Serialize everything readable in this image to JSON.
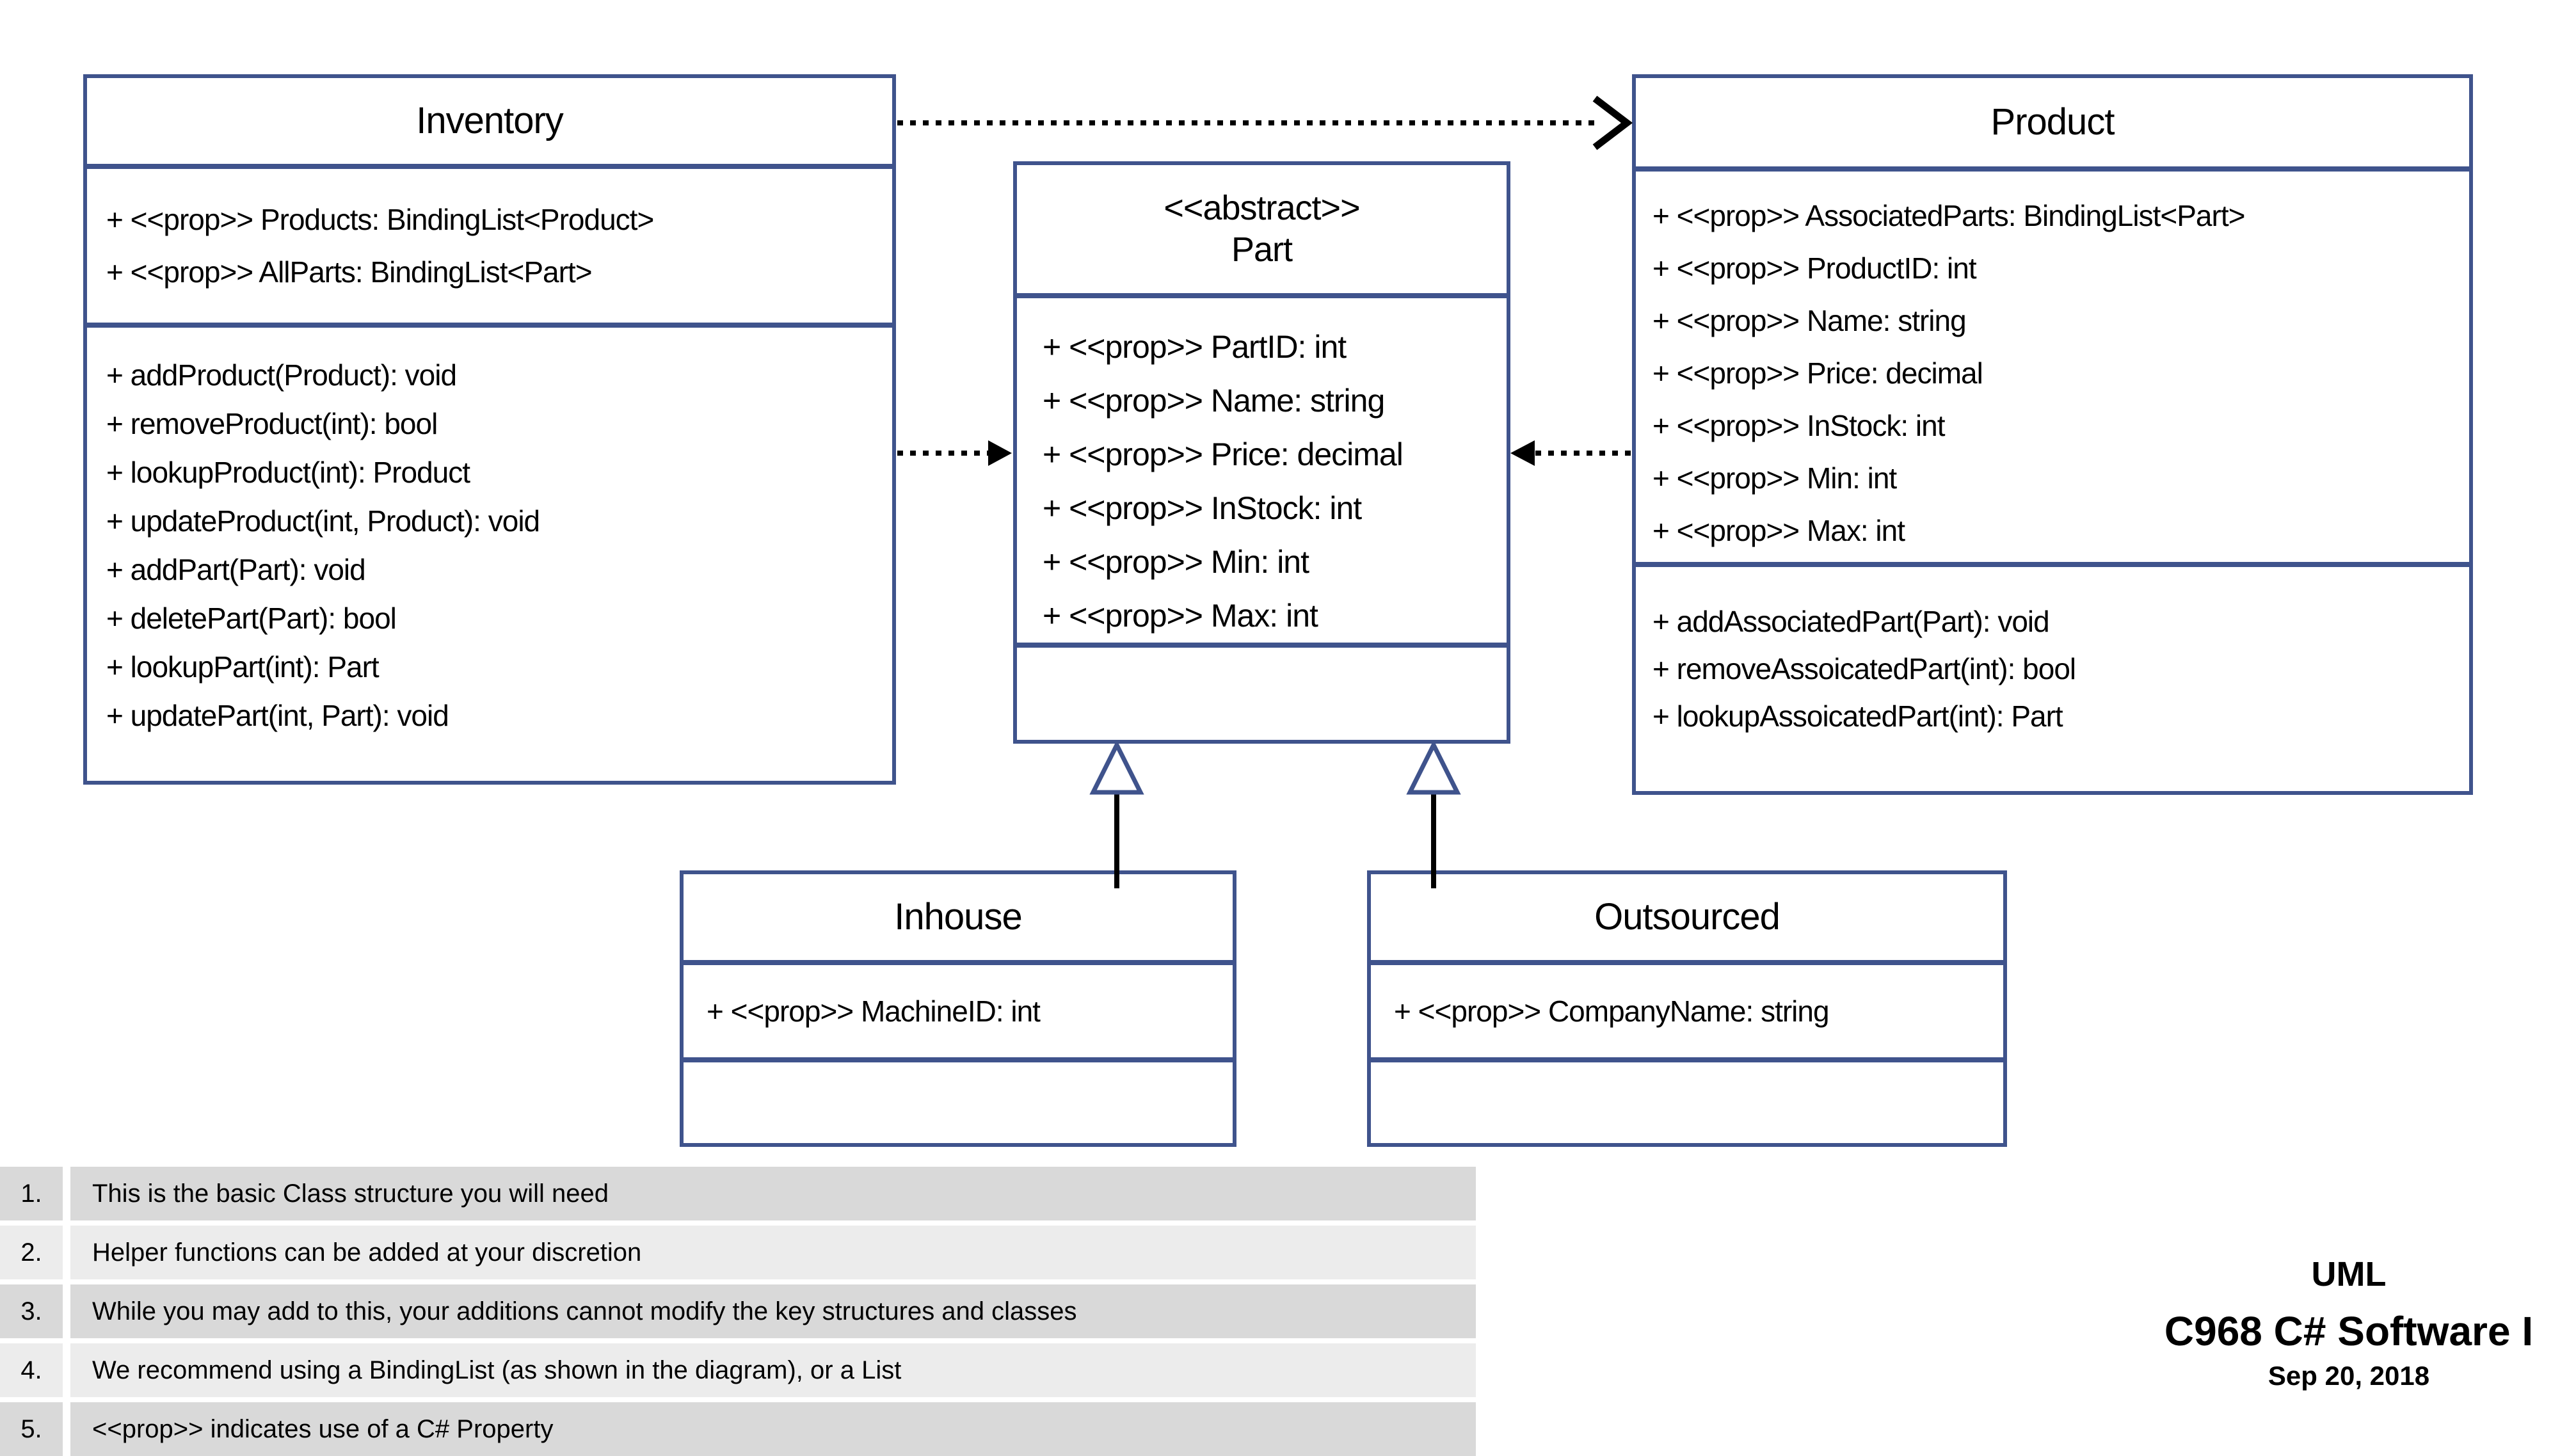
{
  "colors": {
    "box_border": "#3f538c",
    "connector": "#000000",
    "note_row_dark": "#d9d9d9",
    "note_row_light": "#ececec"
  },
  "diagram": {
    "classes": {
      "inventory": {
        "title": "Inventory",
        "attributes": [
          "+ <<prop>> Products: BindingList<Product>",
          "+ <<prop>> AllParts: BindingList<Part>"
        ],
        "methods": [
          "+ addProduct(Product): void",
          "+ removeProduct(int): bool",
          "+ lookupProduct(int): Product",
          "+ updateProduct(int, Product): void",
          "+ addPart(Part): void",
          "+ deletePart(Part): bool",
          "+ lookupPart(int): Part",
          "+ updatePart(int, Part): void"
        ]
      },
      "part": {
        "stereotype": "<<abstract>>",
        "title": "Part",
        "attributes": [
          "+ <<prop>> PartID: int",
          "+ <<prop>> Name: string",
          "+ <<prop>> Price: decimal",
          "+ <<prop>> InStock: int",
          "+ <<prop>> Min: int",
          "+ <<prop>> Max: int"
        ],
        "methods": []
      },
      "product": {
        "title": "Product",
        "attributes": [
          "+ <<prop>> AssociatedParts: BindingList<Part>",
          "+ <<prop>> ProductID: int",
          "+ <<prop>> Name: string",
          "+ <<prop>> Price: decimal",
          "+ <<prop>> InStock: int",
          "+ <<prop>> Min: int",
          "+ <<prop>> Max: int"
        ],
        "methods": [
          "+ addAssociatedPart(Part): void",
          "+ removeAssoicatedPart(int): bool",
          "+ lookupAssoicatedPart(int): Part"
        ]
      },
      "inhouse": {
        "title": "Inhouse",
        "attributes": [
          "+ <<prop>> MachineID: int"
        ],
        "methods": []
      },
      "outsourced": {
        "title": "Outsourced",
        "attributes": [
          "+ <<prop>> CompanyName: string"
        ],
        "methods": []
      }
    },
    "relationships": [
      {
        "from": "Inventory",
        "to": "Product",
        "type": "dependency-dotted-arrow"
      },
      {
        "from": "Inventory",
        "to": "Part",
        "type": "dependency-dotted-arrow"
      },
      {
        "from": "Product",
        "to": "Part",
        "type": "dependency-dotted-arrow"
      },
      {
        "from": "Inhouse",
        "to": "Part",
        "type": "inheritance"
      },
      {
        "from": "Outsourced",
        "to": "Part",
        "type": "inheritance"
      }
    ]
  },
  "notes": {
    "items": [
      {
        "num": "1.",
        "text": "This is the basic Class structure you will need"
      },
      {
        "num": "2.",
        "text": "Helper functions can be added at your discretion"
      },
      {
        "num": "3.",
        "text": "While you may add to this, your additions cannot modify the key structures and classes"
      },
      {
        "num": "4.",
        "text": "We recommend using a BindingList (as shown in the diagram), or a List"
      },
      {
        "num": "5.",
        "text": "<<prop>> indicates use of a C# Property"
      }
    ]
  },
  "footer": {
    "title": "UML",
    "course": "C968 C# Software I",
    "date": "Sep 20, 2018"
  }
}
